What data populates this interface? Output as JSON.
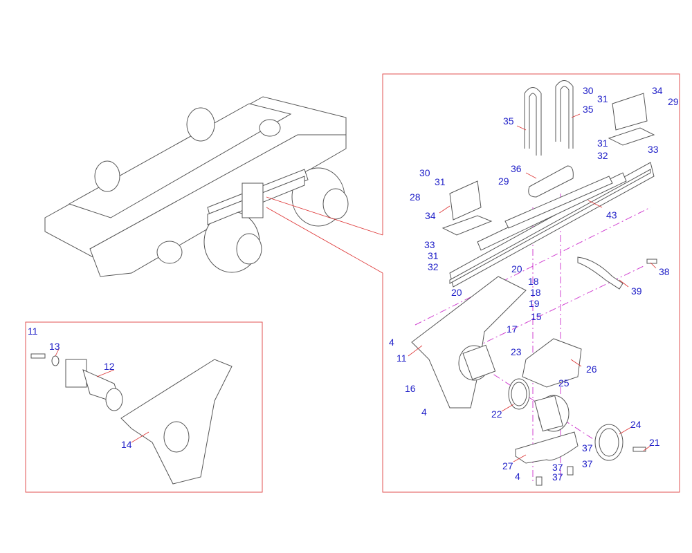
{
  "diagram": {
    "type": "exploded-parts-view",
    "main_panel_labels": [
      "30",
      "31",
      "34",
      "29",
      "35",
      "35",
      "31",
      "32",
      "33",
      "36",
      "30",
      "31",
      "29",
      "28",
      "34",
      "43",
      "33",
      "31",
      "32",
      "20",
      "38",
      "18",
      "20",
      "39",
      "18",
      "19",
      "15",
      "17",
      "4",
      "23",
      "11",
      "26",
      "16",
      "25",
      "22",
      "4",
      "24",
      "21",
      "37",
      "37",
      "27",
      "37",
      "4",
      "37"
    ],
    "inset_panel_labels": [
      "11",
      "13",
      "12",
      "14"
    ],
    "colors": {
      "label": "#2020c8",
      "leader": "#dd3333",
      "frame": "#e05050",
      "centerline": "#d040d0",
      "drawing": "#555555"
    }
  }
}
